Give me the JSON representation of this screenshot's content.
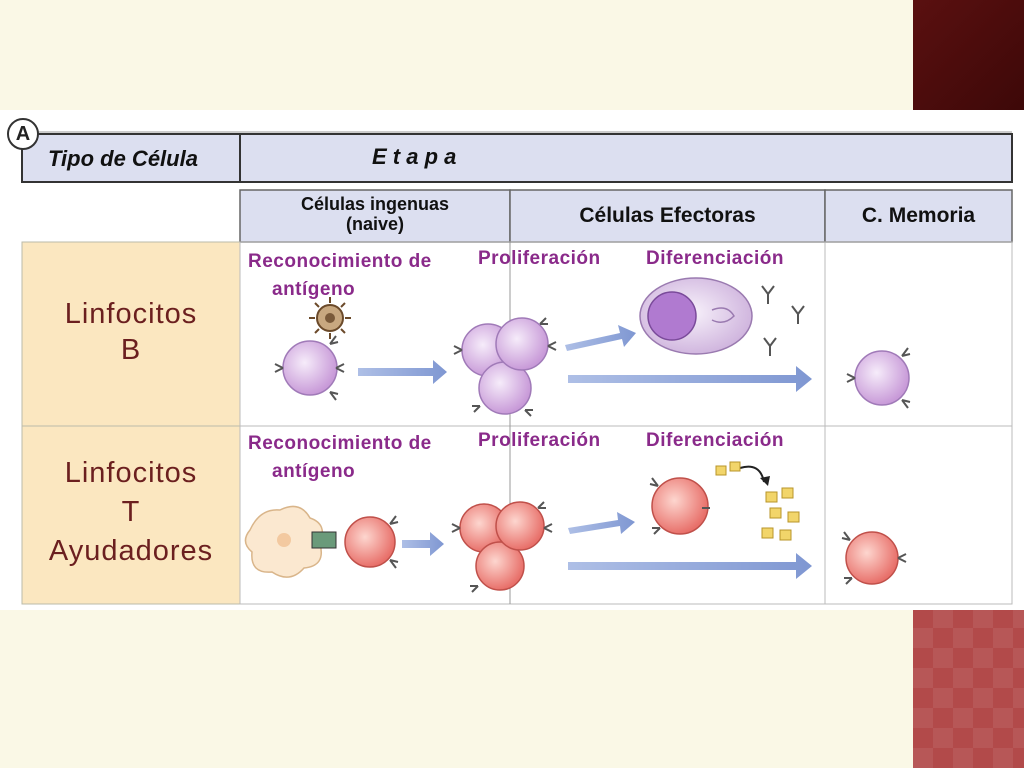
{
  "panel_letter": "A",
  "header": {
    "cell_type": "Tipo de Célula",
    "stage": "E t a p a"
  },
  "columns": {
    "naive_line1": "Células ingenuas",
    "naive_line2": "(naive)",
    "effector": "Células Efectoras",
    "memory": "C. Memoria"
  },
  "rows": [
    {
      "line1": "Linfocitos",
      "line2": "B",
      "line3": "",
      "recognition_line1": "Reconocimiento de",
      "recognition_line2": "antígeno",
      "proliferation": "Proliferación",
      "differentiation": "Diferenciación"
    },
    {
      "line1": "Linfocitos",
      "line2": "T",
      "line3": "Ayudadores",
      "recognition_line1": "Reconocimiento de",
      "recognition_line2": "antígeno",
      "proliferation": "Proliferación",
      "differentiation": "Diferenciación"
    }
  ],
  "colors": {
    "b_cell": "#d9b8e6",
    "t_cell": "#f08080",
    "arrow": "#8fa5d8",
    "header_fill": "#dcdff0",
    "row_label_fill": "#fbe7c0"
  }
}
